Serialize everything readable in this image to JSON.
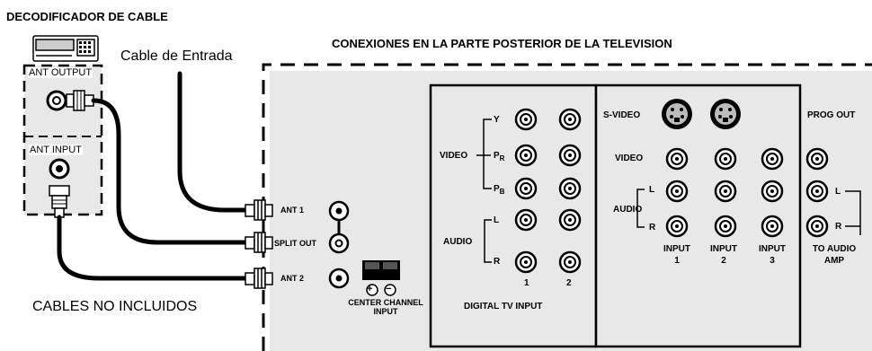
{
  "title_decoder": "DECODIFICADOR DE CABLE",
  "title_connections": "CONEXIONES EN LA PARTE POSTERIOR DE LA TELEVISION",
  "cable_input_label": "Cable de Entrada",
  "cables_not_included": "CABLES NO INCLUIDOS",
  "decoder": {
    "ant_output": "ANT OUTPUT",
    "ant_input": "ANT INPUT"
  },
  "tv_left": {
    "ant1": "ANT 1",
    "split_out": "SPLIT OUT",
    "ant2": "ANT 2",
    "center_channel": "CENTER CHANNEL",
    "center_input": "INPUT",
    "plus": "+",
    "minus": "−"
  },
  "digital_panel": {
    "video": "VIDEO",
    "y": "Y",
    "pr": "P",
    "pr_sub": "R",
    "pb": "P",
    "pb_sub": "B",
    "audio": "AUDIO",
    "l": "L",
    "r": "R",
    "col1": "1",
    "col2": "2",
    "footer": "DIGITAL TV INPUT"
  },
  "input_panel": {
    "svideo": "S-VIDEO",
    "video": "VIDEO",
    "audio": "AUDIO",
    "l": "L",
    "r": "R",
    "input_word": "INPUT",
    "inputs": [
      "1",
      "2",
      "3"
    ]
  },
  "prog_out": {
    "title": "PROG OUT",
    "l": "L",
    "r": "R",
    "to_audio": "TO AUDIO",
    "amp": "AMP"
  }
}
